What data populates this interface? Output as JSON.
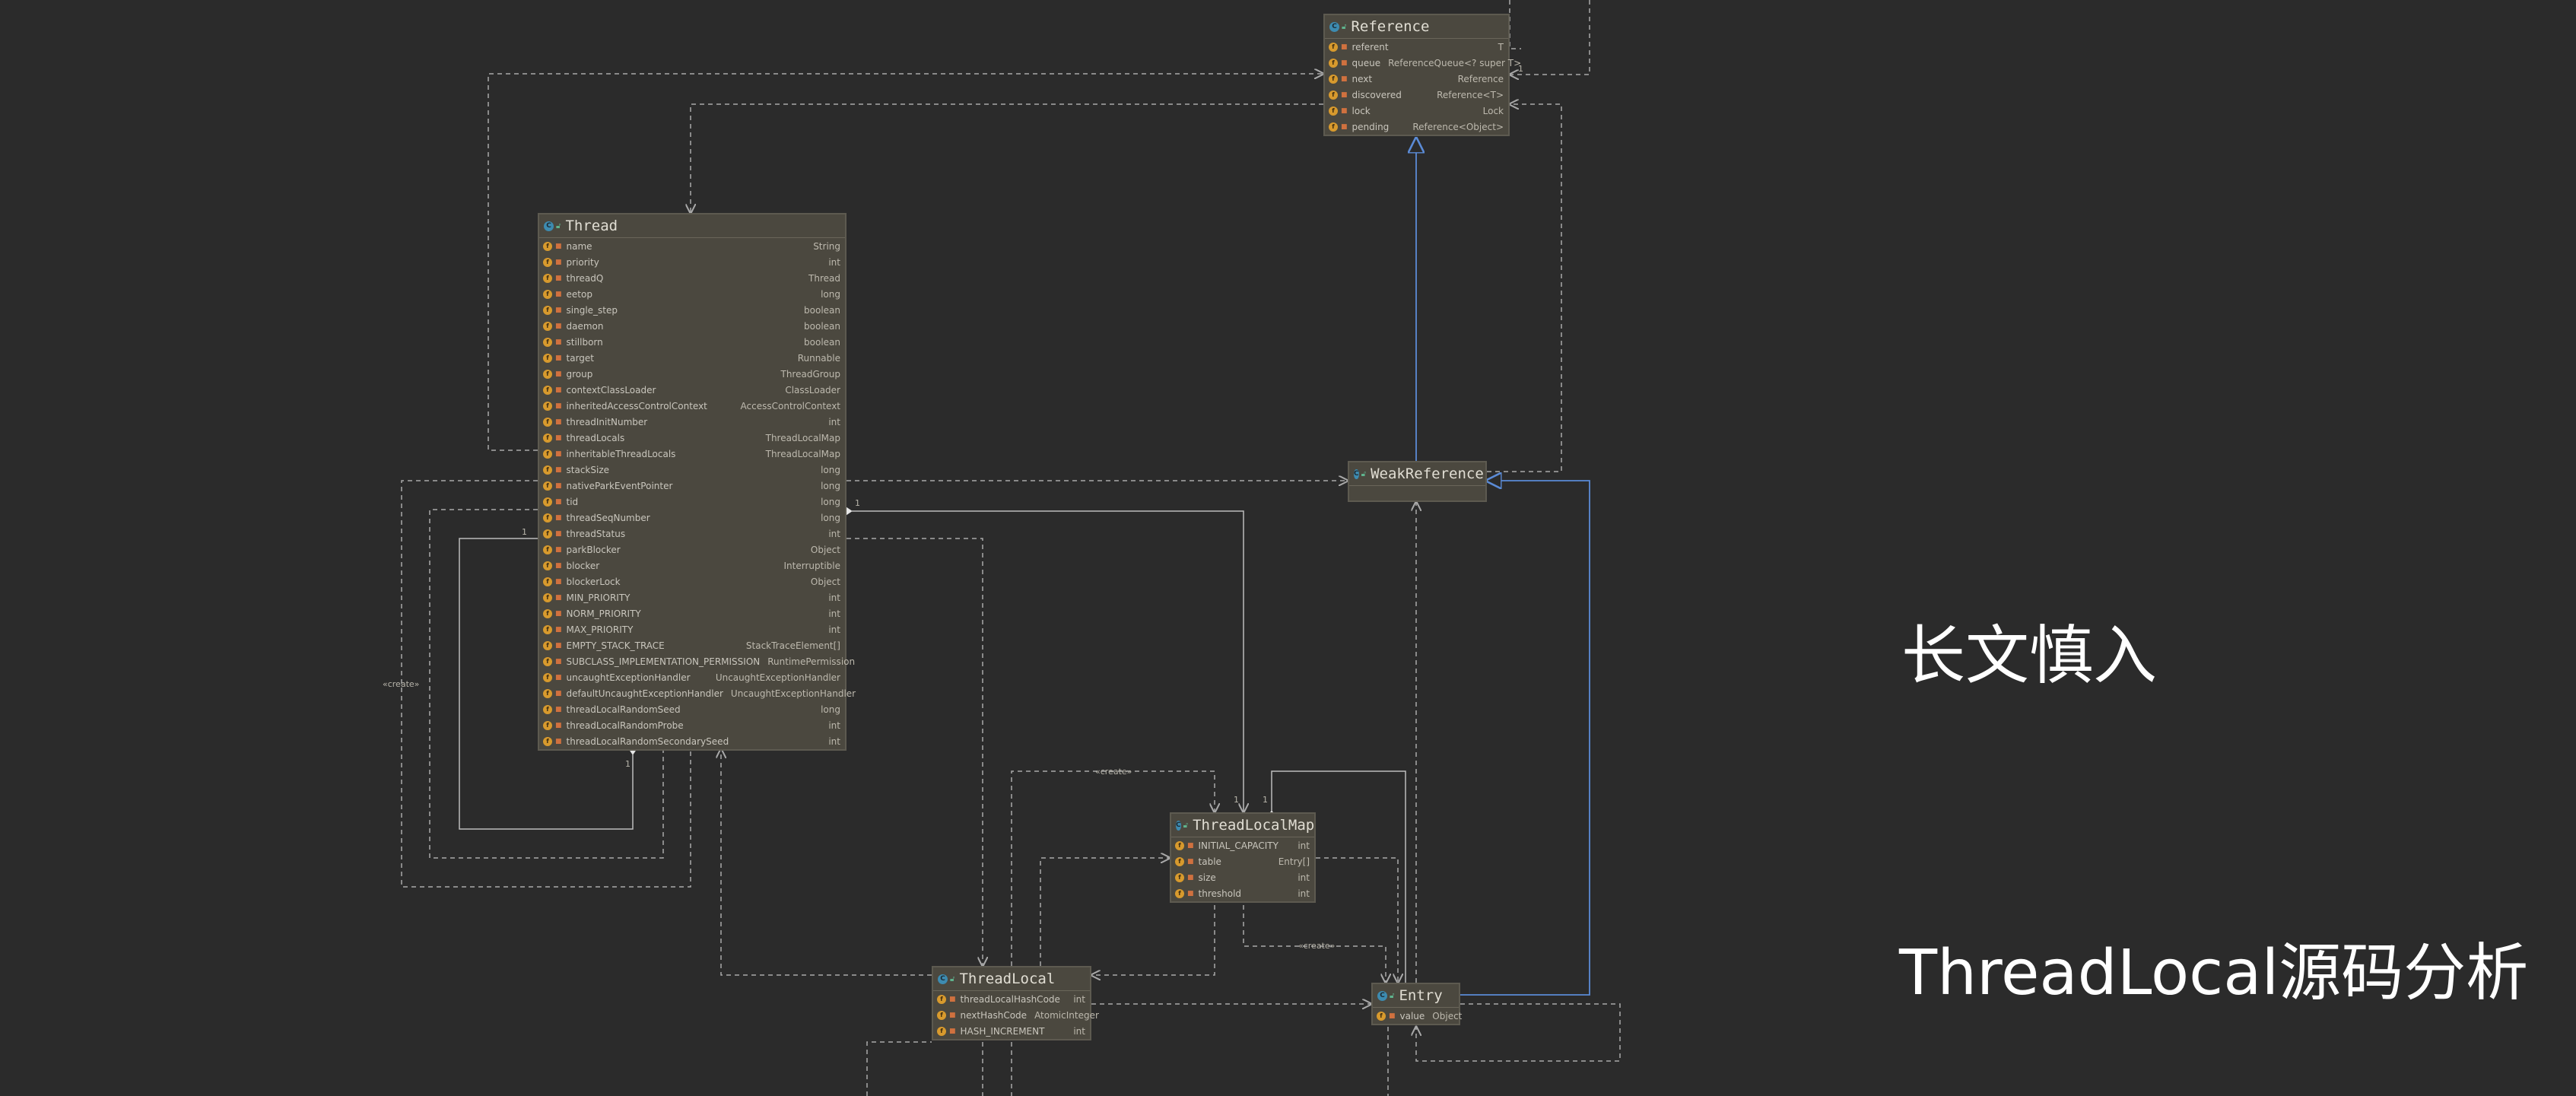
{
  "overlay": {
    "title": "长文慎入",
    "subtitle": "ThreadLocal源码分析"
  },
  "classes": {
    "reference": {
      "name": "Reference",
      "fields": [
        {
          "name": "referent",
          "type": "T"
        },
        {
          "name": "queue",
          "type": "ReferenceQueue<? super T>"
        },
        {
          "name": "next",
          "type": "Reference"
        },
        {
          "name": "discovered",
          "type": "Reference<T>"
        },
        {
          "name": "lock",
          "type": "Lock"
        },
        {
          "name": "pending",
          "type": "Reference<Object>"
        }
      ]
    },
    "thread": {
      "name": "Thread",
      "fields": [
        {
          "name": "name",
          "type": "String"
        },
        {
          "name": "priority",
          "type": "int"
        },
        {
          "name": "threadQ",
          "type": "Thread"
        },
        {
          "name": "eetop",
          "type": "long"
        },
        {
          "name": "single_step",
          "type": "boolean"
        },
        {
          "name": "daemon",
          "type": "boolean"
        },
        {
          "name": "stillborn",
          "type": "boolean"
        },
        {
          "name": "target",
          "type": "Runnable"
        },
        {
          "name": "group",
          "type": "ThreadGroup"
        },
        {
          "name": "contextClassLoader",
          "type": "ClassLoader"
        },
        {
          "name": "inheritedAccessControlContext",
          "type": "AccessControlContext"
        },
        {
          "name": "threadInitNumber",
          "type": "int"
        },
        {
          "name": "threadLocals",
          "type": "ThreadLocalMap"
        },
        {
          "name": "inheritableThreadLocals",
          "type": "ThreadLocalMap"
        },
        {
          "name": "stackSize",
          "type": "long"
        },
        {
          "name": "nativeParkEventPointer",
          "type": "long"
        },
        {
          "name": "tid",
          "type": "long"
        },
        {
          "name": "threadSeqNumber",
          "type": "long"
        },
        {
          "name": "threadStatus",
          "type": "int"
        },
        {
          "name": "parkBlocker",
          "type": "Object"
        },
        {
          "name": "blocker",
          "type": "Interruptible"
        },
        {
          "name": "blockerLock",
          "type": "Object"
        },
        {
          "name": "MIN_PRIORITY",
          "type": "int"
        },
        {
          "name": "NORM_PRIORITY",
          "type": "int"
        },
        {
          "name": "MAX_PRIORITY",
          "type": "int"
        },
        {
          "name": "EMPTY_STACK_TRACE",
          "type": "StackTraceElement[]"
        },
        {
          "name": "SUBCLASS_IMPLEMENTATION_PERMISSION",
          "type": "RuntimePermission"
        },
        {
          "name": "uncaughtExceptionHandler",
          "type": "UncaughtExceptionHandler"
        },
        {
          "name": "defaultUncaughtExceptionHandler",
          "type": "UncaughtExceptionHandler"
        },
        {
          "name": "threadLocalRandomSeed",
          "type": "long"
        },
        {
          "name": "threadLocalRandomProbe",
          "type": "int"
        },
        {
          "name": "threadLocalRandomSecondarySeed",
          "type": "int"
        }
      ]
    },
    "weakReference": {
      "name": "WeakReference",
      "fields": []
    },
    "threadLocalMap": {
      "name": "ThreadLocalMap",
      "fields": [
        {
          "name": "INITIAL_CAPACITY",
          "type": "int"
        },
        {
          "name": "table",
          "type": "Entry[]"
        },
        {
          "name": "size",
          "type": "int"
        },
        {
          "name": "threshold",
          "type": "int"
        }
      ]
    },
    "threadLocal": {
      "name": "ThreadLocal",
      "fields": [
        {
          "name": "threadLocalHashCode",
          "type": "int"
        },
        {
          "name": "nextHashCode",
          "type": "AtomicInteger"
        },
        {
          "name": "HASH_INCREMENT",
          "type": "int"
        }
      ]
    },
    "entry": {
      "name": "Entry",
      "fields": [
        {
          "name": "value",
          "type": "Object"
        }
      ]
    }
  },
  "edge_labels": {
    "create": "«create»",
    "one": "1"
  },
  "colors": {
    "background": "#2b2b2b",
    "class_fill": "#4b483f",
    "dashed_line": "#a9a9a9",
    "solid_line": "#bdbdbd",
    "inheritance_line": "#5b8bd6",
    "field_icon": "#d89a2d",
    "class_icon": "#3d8bb0"
  },
  "icons": {
    "class": "class-c-icon",
    "field": "field-f-icon",
    "visibility": "lock-visibility-icon"
  }
}
